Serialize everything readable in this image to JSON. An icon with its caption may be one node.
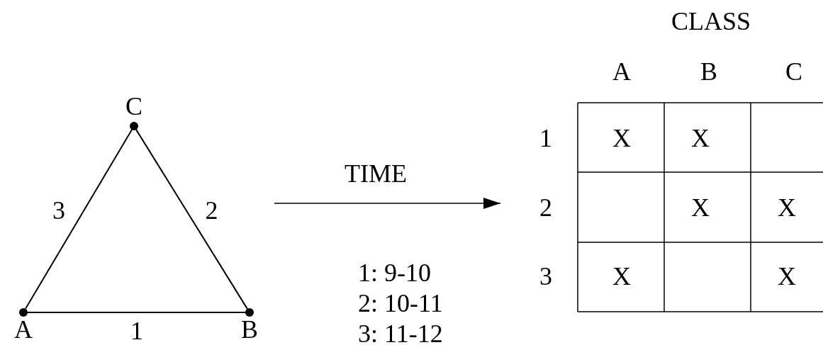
{
  "diagram": {
    "nodes": [
      {
        "text": [
          "C"
        ]
      },
      {
        "text": [
          "A"
        ]
      },
      {
        "text": [
          "B"
        ]
      }
    ],
    "edges": [
      {
        "from": 0,
        "to": 1,
        "arrow": "none",
        "label": "3"
      },
      {
        "from": 0,
        "to": 2,
        "arrow": "none",
        "label": "2"
      },
      {
        "from": 1,
        "to": 2,
        "arrow": "none",
        "label": "1"
      }
    ],
    "labels": [
      "TIME",
      "1: 9-10",
      "2: 10-11",
      "3: 11-12",
      "CLASS",
      "A",
      "B",
      "C",
      "1",
      "X",
      "X",
      "2",
      "X",
      "X",
      "3",
      "X",
      "X"
    ]
  }
}
